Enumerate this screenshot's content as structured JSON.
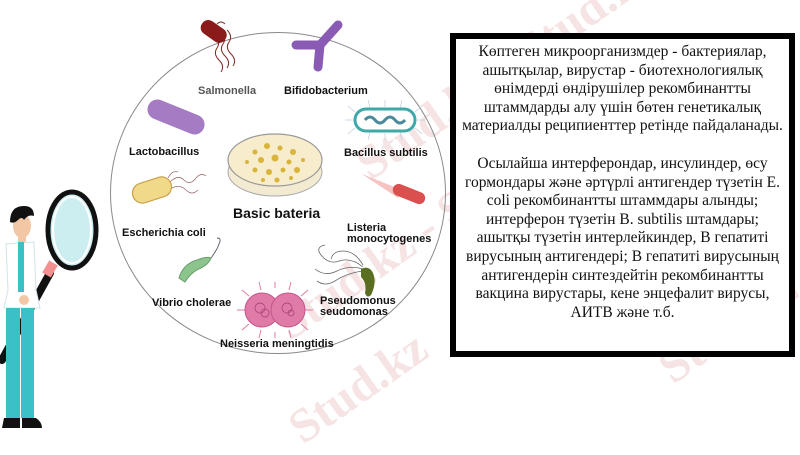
{
  "diagram": {
    "center_label": "Basic bateria",
    "organisms": [
      {
        "name": "Salmonella",
        "color": "#8b1a1a"
      },
      {
        "name": "Bifidobacterium",
        "color": "#8a5bb5"
      },
      {
        "name": "Lactobacillus",
        "color": "#a57cc4"
      },
      {
        "name": "Bacillus subtilis",
        "color": "#3fa9a9"
      },
      {
        "name": "Escherichia coli",
        "color": "#f1d98a"
      },
      {
        "name": "Listeria",
        "name_line2": "monocytogenes",
        "color": "#d9504f"
      },
      {
        "name": "Vibrio cholerae",
        "color": "#8cc48e"
      },
      {
        "name": "Pseudomonus",
        "name_line2": "seudomonas",
        "color": "#5a6e1f"
      },
      {
        "name": "Neisseria meningtidis",
        "color": "#e07aa7"
      }
    ]
  },
  "textbox": {
    "paragraph1": "Көптеген микроорганизмдер - бактериялар, ашытқылар, вирустар - биотехнологиялық өнімдерді өндірушілер рекомбинантты штаммдарды алу үшін бөтен генетикалық материалды реципиенттер ретінде пайдаланады.",
    "paragraph2": "Осылайша интерферондар, инсулиндер, өсу гормондары және әртүрлі антигендер түзетін E. coli рекомбинантты штаммдары алынды; интерферон түзетін B. subtilis штамдары; ашытқы түзетін интерлейкиндер, B гепатиті вирусының антигендері; B гепатиті вирусының антигендерін синтездейтін рекомбинантты вакцина вирустары, кене энцефалит вирусы, АИТВ және т.б."
  },
  "watermark": {
    "text": "Stud.kz",
    "text_full": "Stud.kz - Stud.kz"
  },
  "colors": {
    "lens_fill": "#cdeef1",
    "coat_accent": "#3cc0c8",
    "magnifier_handle": "#111111",
    "dish_fill": "#f7eccb",
    "colony": "#d9b43a"
  }
}
